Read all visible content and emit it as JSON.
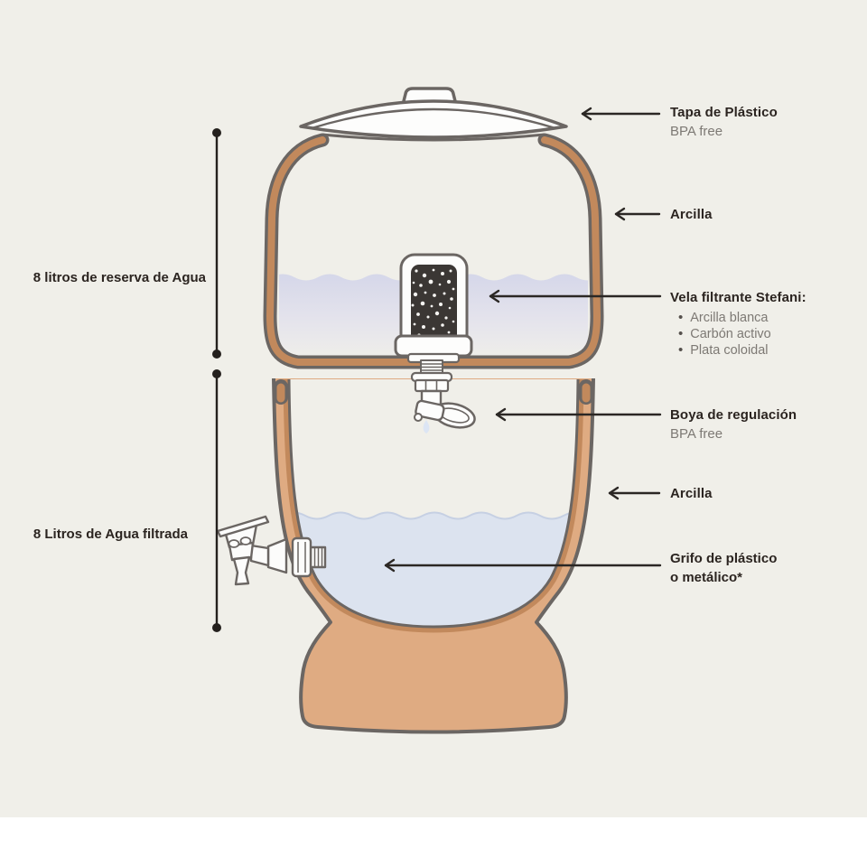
{
  "diagram": {
    "subject": "water-filter-cutaway",
    "left_labels": {
      "reserve": "8 litros de reserva de Agua",
      "filtered": "8 Litros de Agua filtrada"
    },
    "right_labels": {
      "lid": {
        "title": "Tapa de Plástico",
        "subtitle": "BPA free"
      },
      "clay_top": {
        "title": "Arcilla"
      },
      "candle": {
        "title": "Vela filtrante Stefani:",
        "bullets": [
          "Arcilla blanca",
          "Carbón activo",
          "Plata coloidal"
        ]
      },
      "float": {
        "title": "Boya de regulación",
        "subtitle": "BPA free"
      },
      "clay_bottom": {
        "title": "Arcilla"
      },
      "tap": {
        "line1": "Grifo de plástico",
        "line2": "o metálico*"
      }
    },
    "colors": {
      "background": "#f0efe9",
      "footer": "#ffffff",
      "clay_wall": "#c2895c",
      "clay_base": "#dfab82",
      "outline": "#6b6663",
      "water": "#dce3ef",
      "water_top_line": "#c6d0e3",
      "water_gradient_top": "#d4d6e9",
      "candle_dark": "#3b3734",
      "text_dark": "#2b2420",
      "text_gray": "#7d7974",
      "annotation": "#2b2724"
    }
  }
}
